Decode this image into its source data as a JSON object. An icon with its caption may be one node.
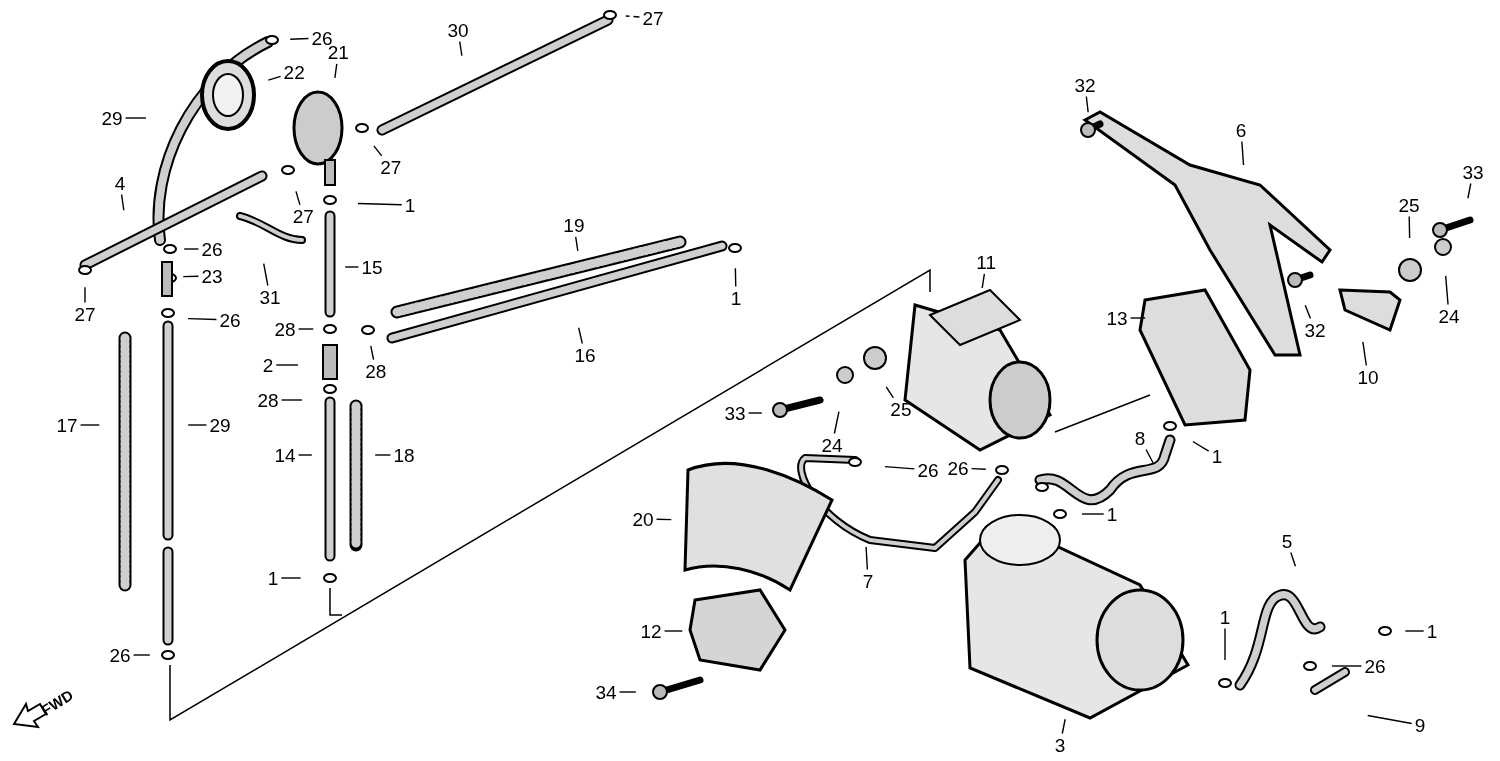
{
  "diagram": {
    "nodes": [
      {
        "text": [
          "26"
        ]
      },
      {
        "text": [
          "22"
        ]
      },
      {
        "text": [
          "21"
        ]
      },
      {
        "text": [
          "30"
        ]
      },
      {
        "text": [
          "27"
        ]
      },
      {
        "text": [
          "29"
        ]
      },
      {
        "text": [
          "27"
        ]
      },
      {
        "text": [
          "4"
        ]
      },
      {
        "text": [
          "27"
        ]
      },
      {
        "text": [
          "1"
        ]
      },
      {
        "text": [
          "26"
        ]
      },
      {
        "text": [
          "19"
        ]
      },
      {
        "text": [
          "1"
        ]
      },
      {
        "text": [
          "23"
        ]
      },
      {
        "text": [
          "15"
        ]
      },
      {
        "text": [
          "31"
        ]
      },
      {
        "text": [
          "32"
        ]
      },
      {
        "text": [
          "6"
        ]
      },
      {
        "text": [
          "33"
        ]
      },
      {
        "text": [
          "11"
        ]
      },
      {
        "text": [
          "25"
        ]
      },
      {
        "text": [
          "27"
        ]
      },
      {
        "text": [
          "26"
        ]
      },
      {
        "text": [
          "16"
        ]
      },
      {
        "text": [
          "28"
        ]
      },
      {
        "text": [
          "13"
        ]
      },
      {
        "text": [
          "32"
        ]
      },
      {
        "text": [
          "24"
        ]
      },
      {
        "text": [
          "2"
        ]
      },
      {
        "text": [
          "28"
        ]
      },
      {
        "text": [
          "10"
        ]
      },
      {
        "text": [
          "28"
        ]
      },
      {
        "text": [
          "25"
        ]
      },
      {
        "text": [
          "24"
        ]
      },
      {
        "text": [
          "33"
        ]
      },
      {
        "text": [
          "17"
        ]
      },
      {
        "text": [
          "29"
        ]
      },
      {
        "text": [
          "1"
        ]
      },
      {
        "text": [
          "14"
        ]
      },
      {
        "text": [
          "18"
        ]
      },
      {
        "text": [
          "8"
        ]
      },
      {
        "text": [
          "26"
        ]
      },
      {
        "text": [
          "26"
        ]
      },
      {
        "text": [
          "1"
        ]
      },
      {
        "text": [
          "20"
        ]
      },
      {
        "text": [
          "7"
        ]
      },
      {
        "text": [
          "5"
        ]
      },
      {
        "text": [
          "1"
        ]
      },
      {
        "text": [
          "1"
        ]
      },
      {
        "text": [
          "12"
        ]
      },
      {
        "text": [
          "1"
        ]
      },
      {
        "text": [
          "26"
        ]
      },
      {
        "text": [
          "26"
        ]
      },
      {
        "text": [
          "34"
        ]
      },
      {
        "text": [
          "3"
        ]
      },
      {
        "text": [
          "9"
        ]
      }
    ],
    "edges": [
      {
        "from": 0,
        "to": null,
        "arrow": "none"
      },
      {
        "from": 1,
        "to": null,
        "arrow": "none"
      },
      {
        "from": 2,
        "to": null,
        "arrow": "none"
      },
      {
        "from": 3,
        "to": null,
        "arrow": "none"
      },
      {
        "from": 4,
        "to": null,
        "arrow": "none",
        "style": "dashed"
      },
      {
        "from": 5,
        "to": null,
        "arrow": "none"
      },
      {
        "from": 6,
        "to": null,
        "arrow": "none"
      },
      {
        "from": 7,
        "to": null,
        "arrow": "none"
      },
      {
        "from": 8,
        "to": null,
        "arrow": "none"
      },
      {
        "from": 9,
        "to": null,
        "arrow": "none"
      },
      {
        "from": 10,
        "to": null,
        "arrow": "none"
      },
      {
        "from": 11,
        "to": null,
        "arrow": "none"
      },
      {
        "from": 12,
        "to": null,
        "arrow": "none"
      },
      {
        "from": 13,
        "to": null,
        "arrow": "none"
      },
      {
        "from": 14,
        "to": null,
        "arrow": "none"
      },
      {
        "from": 15,
        "to": null,
        "arrow": "none"
      },
      {
        "from": 16,
        "to": null,
        "arrow": "none"
      },
      {
        "from": 17,
        "to": null,
        "arrow": "none"
      },
      {
        "from": 18,
        "to": null,
        "arrow": "none"
      },
      {
        "from": 19,
        "to": null,
        "arrow": "none"
      },
      {
        "from": 20,
        "to": null,
        "arrow": "none"
      },
      {
        "from": 21,
        "to": null,
        "arrow": "none"
      },
      {
        "from": 22,
        "to": null,
        "arrow": "none"
      },
      {
        "from": 23,
        "to": null,
        "arrow": "none"
      },
      {
        "from": 24,
        "to": null,
        "arrow": "none"
      },
      {
        "from": 25,
        "to": null,
        "arrow": "none"
      },
      {
        "from": 26,
        "to": null,
        "arrow": "none"
      },
      {
        "from": 27,
        "to": null,
        "arrow": "none"
      },
      {
        "from": 28,
        "to": null,
        "arrow": "none"
      },
      {
        "from": 29,
        "to": null,
        "arrow": "none"
      },
      {
        "from": 30,
        "to": null,
        "arrow": "none"
      },
      {
        "from": 31,
        "to": null,
        "arrow": "none"
      },
      {
        "from": 32,
        "to": null,
        "arrow": "none"
      },
      {
        "from": 33,
        "to": null,
        "arrow": "none"
      },
      {
        "from": 34,
        "to": null,
        "arrow": "none"
      },
      {
        "from": 35,
        "to": null,
        "arrow": "none"
      },
      {
        "from": 36,
        "to": null,
        "arrow": "none"
      },
      {
        "from": 37,
        "to": null,
        "arrow": "none"
      },
      {
        "from": 38,
        "to": null,
        "arrow": "none"
      },
      {
        "from": 39,
        "to": null,
        "arrow": "none"
      },
      {
        "from": 40,
        "to": null,
        "arrow": "none"
      },
      {
        "from": 41,
        "to": null,
        "arrow": "none"
      },
      {
        "from": 42,
        "to": null,
        "arrow": "none"
      },
      {
        "from": 43,
        "to": null,
        "arrow": "none"
      },
      {
        "from": 44,
        "to": null,
        "arrow": "none"
      },
      {
        "from": 45,
        "to": null,
        "arrow": "none"
      },
      {
        "from": 46,
        "to": null,
        "arrow": "none"
      },
      {
        "from": 47,
        "to": null,
        "arrow": "none"
      },
      {
        "from": 48,
        "to": null,
        "arrow": "none"
      },
      {
        "from": 49,
        "to": null,
        "arrow": "none"
      },
      {
        "from": 50,
        "to": null,
        "arrow": "none"
      },
      {
        "from": 51,
        "to": null,
        "arrow": "none"
      },
      {
        "from": 52,
        "to": null,
        "arrow": "none"
      },
      {
        "from": 53,
        "to": null,
        "arrow": "none"
      },
      {
        "from": 54,
        "to": null,
        "arrow": "none"
      },
      {
        "from": 55,
        "to": null,
        "arrow": "none"
      }
    ],
    "labels": [
      "FWD"
    ]
  }
}
